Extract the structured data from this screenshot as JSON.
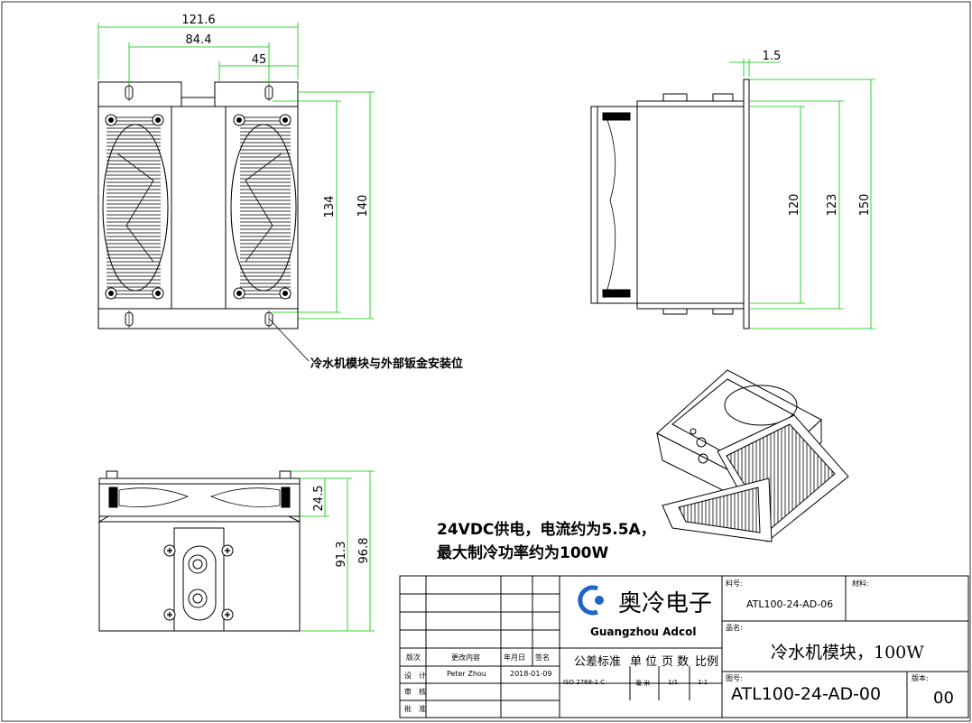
{
  "front_view": {
    "dims": {
      "width_overall": "121.6",
      "hole_spacing": "84.4",
      "fan_offset": "45",
      "height_inner": "134",
      "height_overall": "140"
    },
    "callout": "冷水机模块与外部钣金安装位"
  },
  "side_view": {
    "dims": {
      "flange_thickness": "1.5",
      "h1": "120",
      "h2": "123",
      "h3": "150"
    }
  },
  "bottom_view": {
    "dims": {
      "h_small": "24.5",
      "h_mid": "91.3",
      "h_total": "96.8"
    }
  },
  "spec_note": {
    "line1": "24VDC供电，电流约为5.5A，",
    "line2": "最大制冷功率约为100W"
  },
  "title_block": {
    "company_cn": "奥冷电子",
    "company_en": "Guangzhou Adcol",
    "material_no_label": "料号:",
    "material_no": "ATL100-24-AD-06",
    "material_label": "材料:",
    "product_label": "品名:",
    "product_name": "冷水机模块，100W",
    "drawing_no_label": "图号:",
    "drawing_no": "ATL100-24-AD-00",
    "version_label": "版本:",
    "version": "00",
    "col_version": "版次",
    "col_change": "更改内容",
    "col_date": "年月日",
    "col_sign": "签名",
    "row_design": "设　计",
    "row_review": "审　核",
    "row_approve": "批　准",
    "designer": "Peter Zhou",
    "date": "2018-01-09",
    "tol_label": "公差标准",
    "unit_label": "单 位",
    "page_label": "页 数",
    "scale_label": "比例",
    "tol_value": "ISO 2768-1 C",
    "unit_value": "毫 米",
    "page_value": "1/1",
    "scale_value": "1:1"
  },
  "colors": {
    "dimension": "#00c800",
    "outline": "#000000",
    "logo": "#1e64c8"
  }
}
